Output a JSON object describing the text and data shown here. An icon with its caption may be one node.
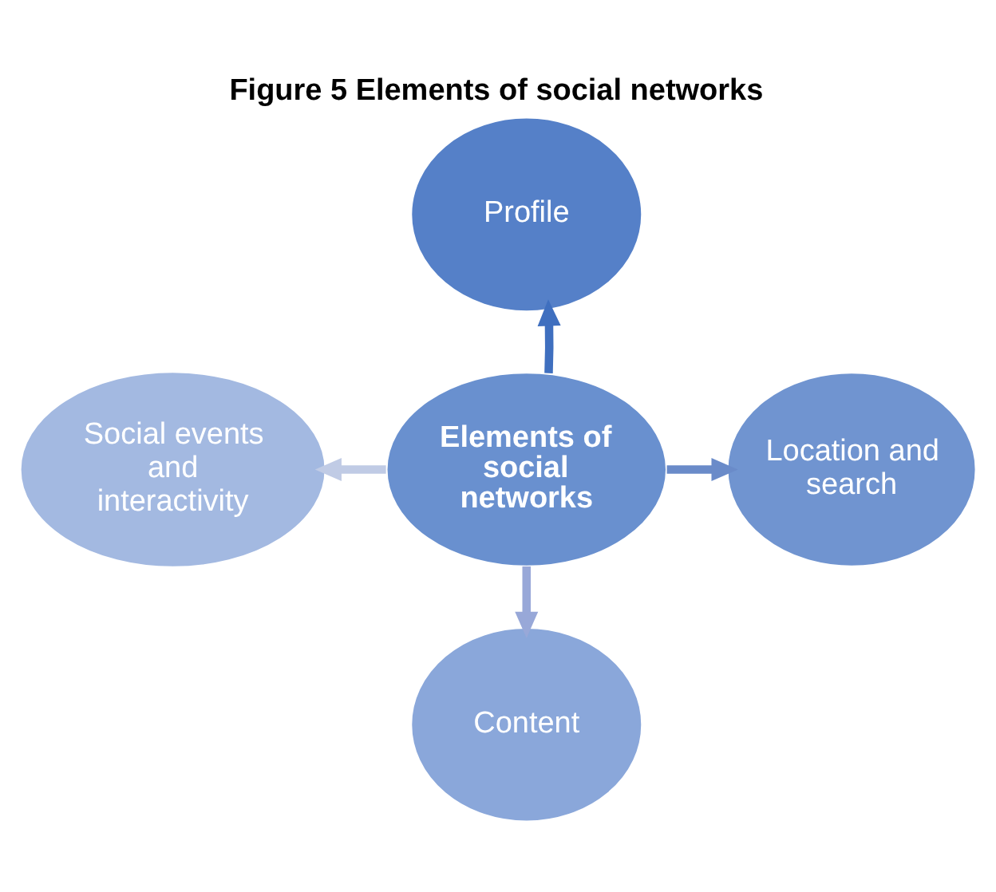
{
  "diagram": {
    "title": "Figure 5 Elements of social networks",
    "nodes": [
      {
        "text": [
          "Elements of social networks"
        ]
      },
      {
        "text": [
          "Profile"
        ]
      },
      {
        "text": [
          "Location and search"
        ]
      },
      {
        "text": [
          "Content"
        ]
      },
      {
        "text": [
          "Social events and interactivity"
        ]
      }
    ],
    "edges": [
      {
        "from": 0,
        "to": 1,
        "arrow": "to",
        "color": "#3f6fbf"
      },
      {
        "from": 0,
        "to": 2,
        "arrow": "to",
        "color": "#6a8bc9"
      },
      {
        "from": 0,
        "to": 3,
        "arrow": "to",
        "color": "#98a8d8"
      },
      {
        "from": 0,
        "to": 4,
        "arrow": "to",
        "color": "#c0cbe5"
      }
    ]
  }
}
